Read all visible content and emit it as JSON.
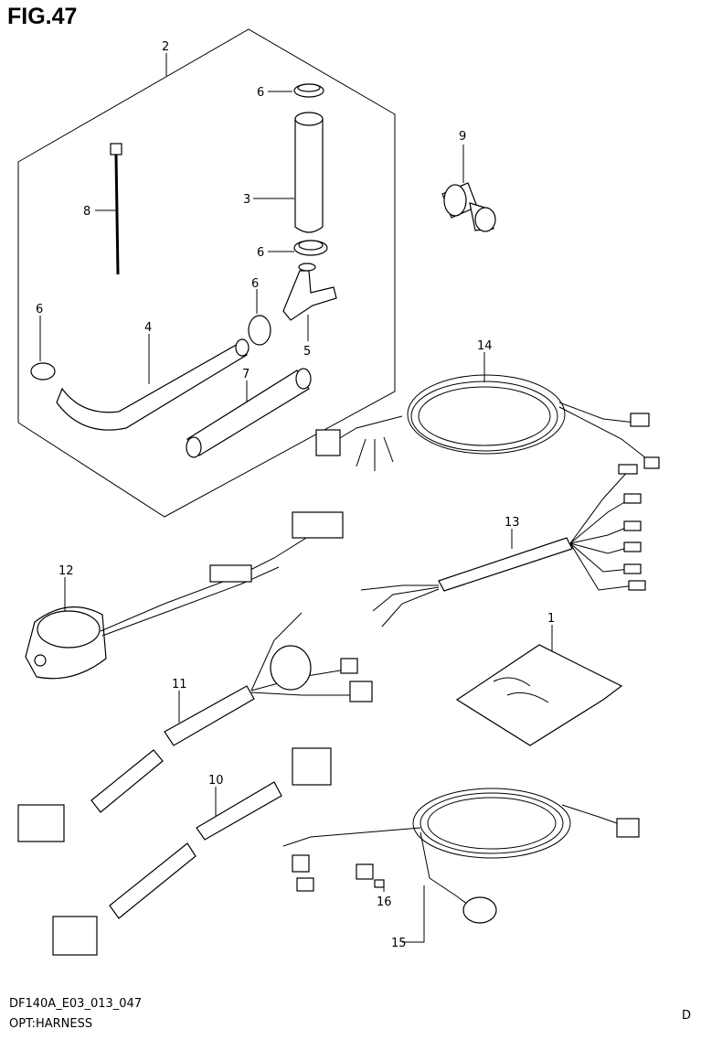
{
  "figure": {
    "title": "FIG.47",
    "code": "DF140A_E03_013_047",
    "caption": "OPT:HARNESS",
    "corner_mark": "D"
  },
  "callouts": {
    "c1": "1",
    "c2": "2",
    "c3": "3",
    "c4": "4",
    "c5": "5",
    "c6a": "6",
    "c6b": "6",
    "c6c": "6",
    "c6d": "6",
    "c7": "7",
    "c8": "8",
    "c9": "9",
    "c10": "10",
    "c11": "11",
    "c12": "12",
    "c13": "13",
    "c14": "14",
    "c15": "15",
    "c16": "16"
  }
}
